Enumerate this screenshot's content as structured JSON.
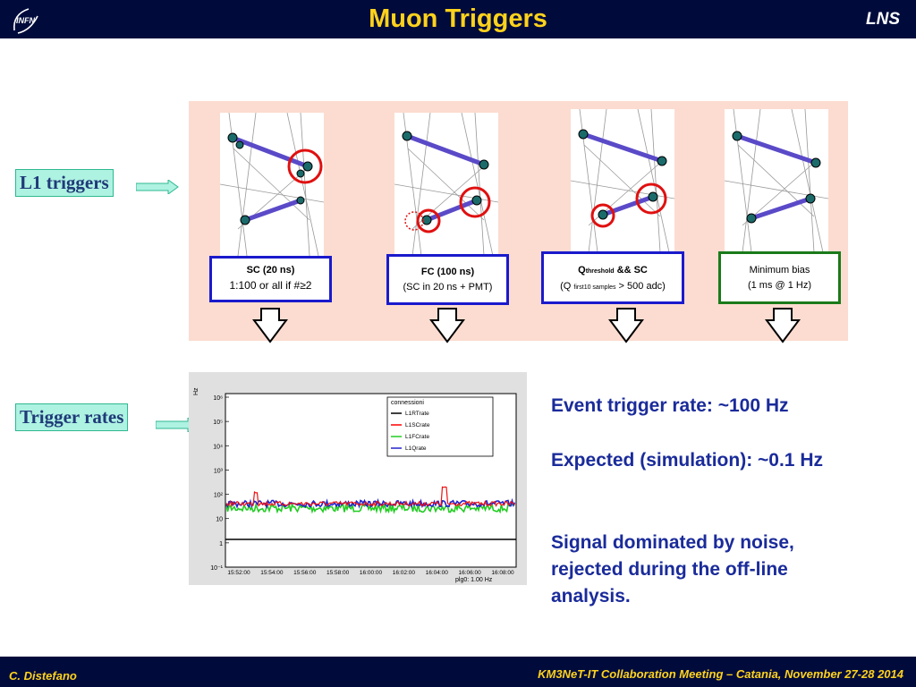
{
  "header": {
    "title": "Muon Triggers",
    "lab": "LNS",
    "logo_text": "INFN"
  },
  "footer": {
    "author": "C. Distefano",
    "meeting": "KM3NeT-IT Collaboration Meeting – Catania, November 27-28 2014"
  },
  "labels": {
    "l1": "L1 triggers",
    "rates": "Trigger rates"
  },
  "triggers": [
    {
      "line1": "SC (20 ns)",
      "line2": "1:100 or all if #≥2",
      "border": "#1a1acc"
    },
    {
      "line1": "FC (100 ns)",
      "line2": "(SC in 20 ns + PMT)",
      "border": "#1a1acc"
    },
    {
      "line1_main": "Q",
      "line1_sub": "threshold",
      "line1_rest": " && SC",
      "line2_a": "(Q ",
      "line2_sub": "first10 samples",
      "line2_b": " > 500 adc)",
      "border": "#1a1acc"
    },
    {
      "line1": "Minimum bias",
      "line2": "(1 ms @ 1 Hz)",
      "border": "#1a7a1a"
    }
  ],
  "plot": {
    "ylabel": "Hz",
    "yticks": [
      "10⁶",
      "10⁵",
      "10⁴",
      "10³",
      "10²",
      "10",
      "1",
      "10⁻¹"
    ],
    "xticks": [
      "15:52:00",
      "15:54:00",
      "15:56:00",
      "15:58:00",
      "16:00:00",
      "16:02:00",
      "16:04:00",
      "16:06:00",
      "16:08:00"
    ],
    "footer": "plg0: 1.00 Hz",
    "legend_title": "connessioni",
    "legend": [
      {
        "name": "L1RTrate",
        "color": "#000000"
      },
      {
        "name": "L1SCrate",
        "color": "#ff0000"
      },
      {
        "name": "L1FCrate",
        "color": "#22cc22"
      },
      {
        "name": "L1Qrate",
        "color": "#2222cc"
      }
    ]
  },
  "notes": {
    "event_rate": "Event trigger rate: ~100 Hz",
    "expected": "Expected (simulation): ~0.1 Hz",
    "signal_1": "Signal dominated by noise,",
    "signal_2": "rejected during the off-line",
    "signal_3": "analysis."
  }
}
